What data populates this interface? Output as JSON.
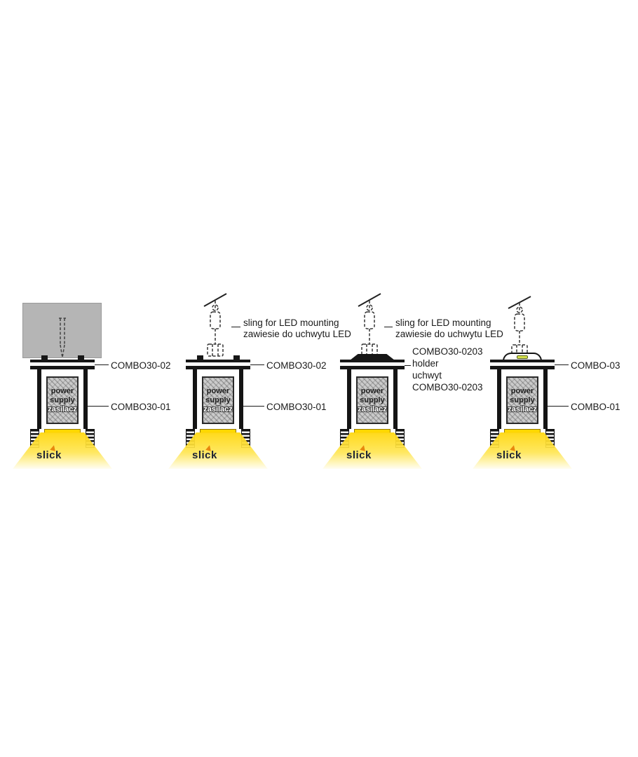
{
  "labels": {
    "sling_en": "sling for LED mounting",
    "sling_pl": "zawiesie do uchwytu LED"
  },
  "psu": {
    "en1": "power",
    "en2": "supply",
    "pl": "zasilacz"
  },
  "logo": {
    "text": "slick"
  },
  "colors": {
    "light_yellow": "#FFD814",
    "ceiling_gray": "#B5B5B5",
    "logo_orange": "#E8860D",
    "logo_navy": "#1C2233",
    "line_black": "#1A1A1A"
  },
  "fixtures": [
    {
      "variant": "surface-ceiling-mount",
      "callout_top": "COMBO30-02",
      "callout_body": "COMBO30-01"
    },
    {
      "variant": "sling-mount",
      "callout_top": "COMBO30-02",
      "callout_body": "COMBO30-01"
    },
    {
      "variant": "sling-holder-mount",
      "holder_callout": [
        "COMBO30-0203",
        "holder",
        "uchwyt",
        "COMBO30-0203"
      ]
    },
    {
      "variant": "sling-arch-mount",
      "callout_top": "COMBO-03",
      "callout_body": "COMBO-01"
    }
  ]
}
